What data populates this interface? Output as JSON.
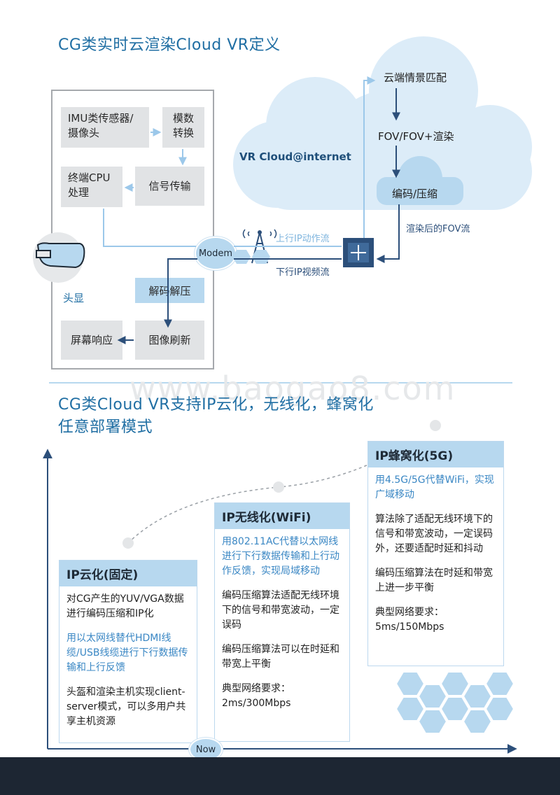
{
  "top": {
    "title": "CG类实时云渲染Cloud VR定义",
    "cloud_label": "VR Cloud@internet",
    "cloud_boxes": [
      "云端情景匹配",
      "FOV/FOV+渲染",
      "编码/压缩"
    ],
    "device_boxes": {
      "imu": "IMU类传感器/摄像头",
      "adc": "模数转换",
      "cpu": "终端CPU处理",
      "signal": "信号传输",
      "decode": "解码解压",
      "screen": "屏幕响应",
      "refresh": "图像刷新"
    },
    "hmd_label": "头显",
    "modem_label": "Modem",
    "uplink_label": "上行IP动作流",
    "downlink_label": "下行IP视频流",
    "fov_stream_label": "渲染后的FOV流"
  },
  "watermark": "www.baogao8.com",
  "bottom": {
    "title_line1": "CG类Cloud VR支持IP云化，无线化，蜂窝化",
    "title_line2": "任意部署模式",
    "now_label": "Now",
    "cards": [
      {
        "title": "IP云化(固定)",
        "paragraphs": [
          {
            "text": "对CG产生的YUV/VGA数据进行编码压缩和IP化",
            "blue": false
          },
          {
            "text": "用以太网线替代HDMI线缆/USB线缆进行下行数据传输和上行反馈",
            "blue": true
          },
          {
            "text": "头盔和渲染主机实现client-server模式，可以多用户共享主机资源",
            "blue": false
          }
        ]
      },
      {
        "title": "IP无线化(WiFi)",
        "paragraphs": [
          {
            "text": "用802.11AC代替以太网线进行下行数据传输和上行动作反馈，实现局域移动",
            "blue": true
          },
          {
            "text": "编码压缩算法适配无线环境下的信号和带宽波动，一定误码",
            "blue": false
          },
          {
            "text": "编码压缩算法可以在时延和带宽上平衡",
            "blue": false
          },
          {
            "text": "典型网络要求：2ms/300Mbps",
            "blue": false
          }
        ]
      },
      {
        "title": "IP蜂窝化(5G)",
        "paragraphs": [
          {
            "text": "用4.5G/5G代替WiFi，实现广域移动",
            "blue": true
          },
          {
            "text": "算法除了适配无线环境下的信号和带宽波动，一定误码外，还要适配时延和抖动",
            "blue": false
          },
          {
            "text": "编码压缩算法在时延和带宽上进一步平衡",
            "blue": false
          },
          {
            "text": "典型网络要求：5ms/150Mbps",
            "blue": false
          }
        ]
      }
    ]
  },
  "colors": {
    "accent": "#1f6ea3",
    "light_blue": "#b7d8ef",
    "dark_blue": "#2c4f7a",
    "grey_box": "#e1e3e5",
    "footer": "#1d2633"
  }
}
